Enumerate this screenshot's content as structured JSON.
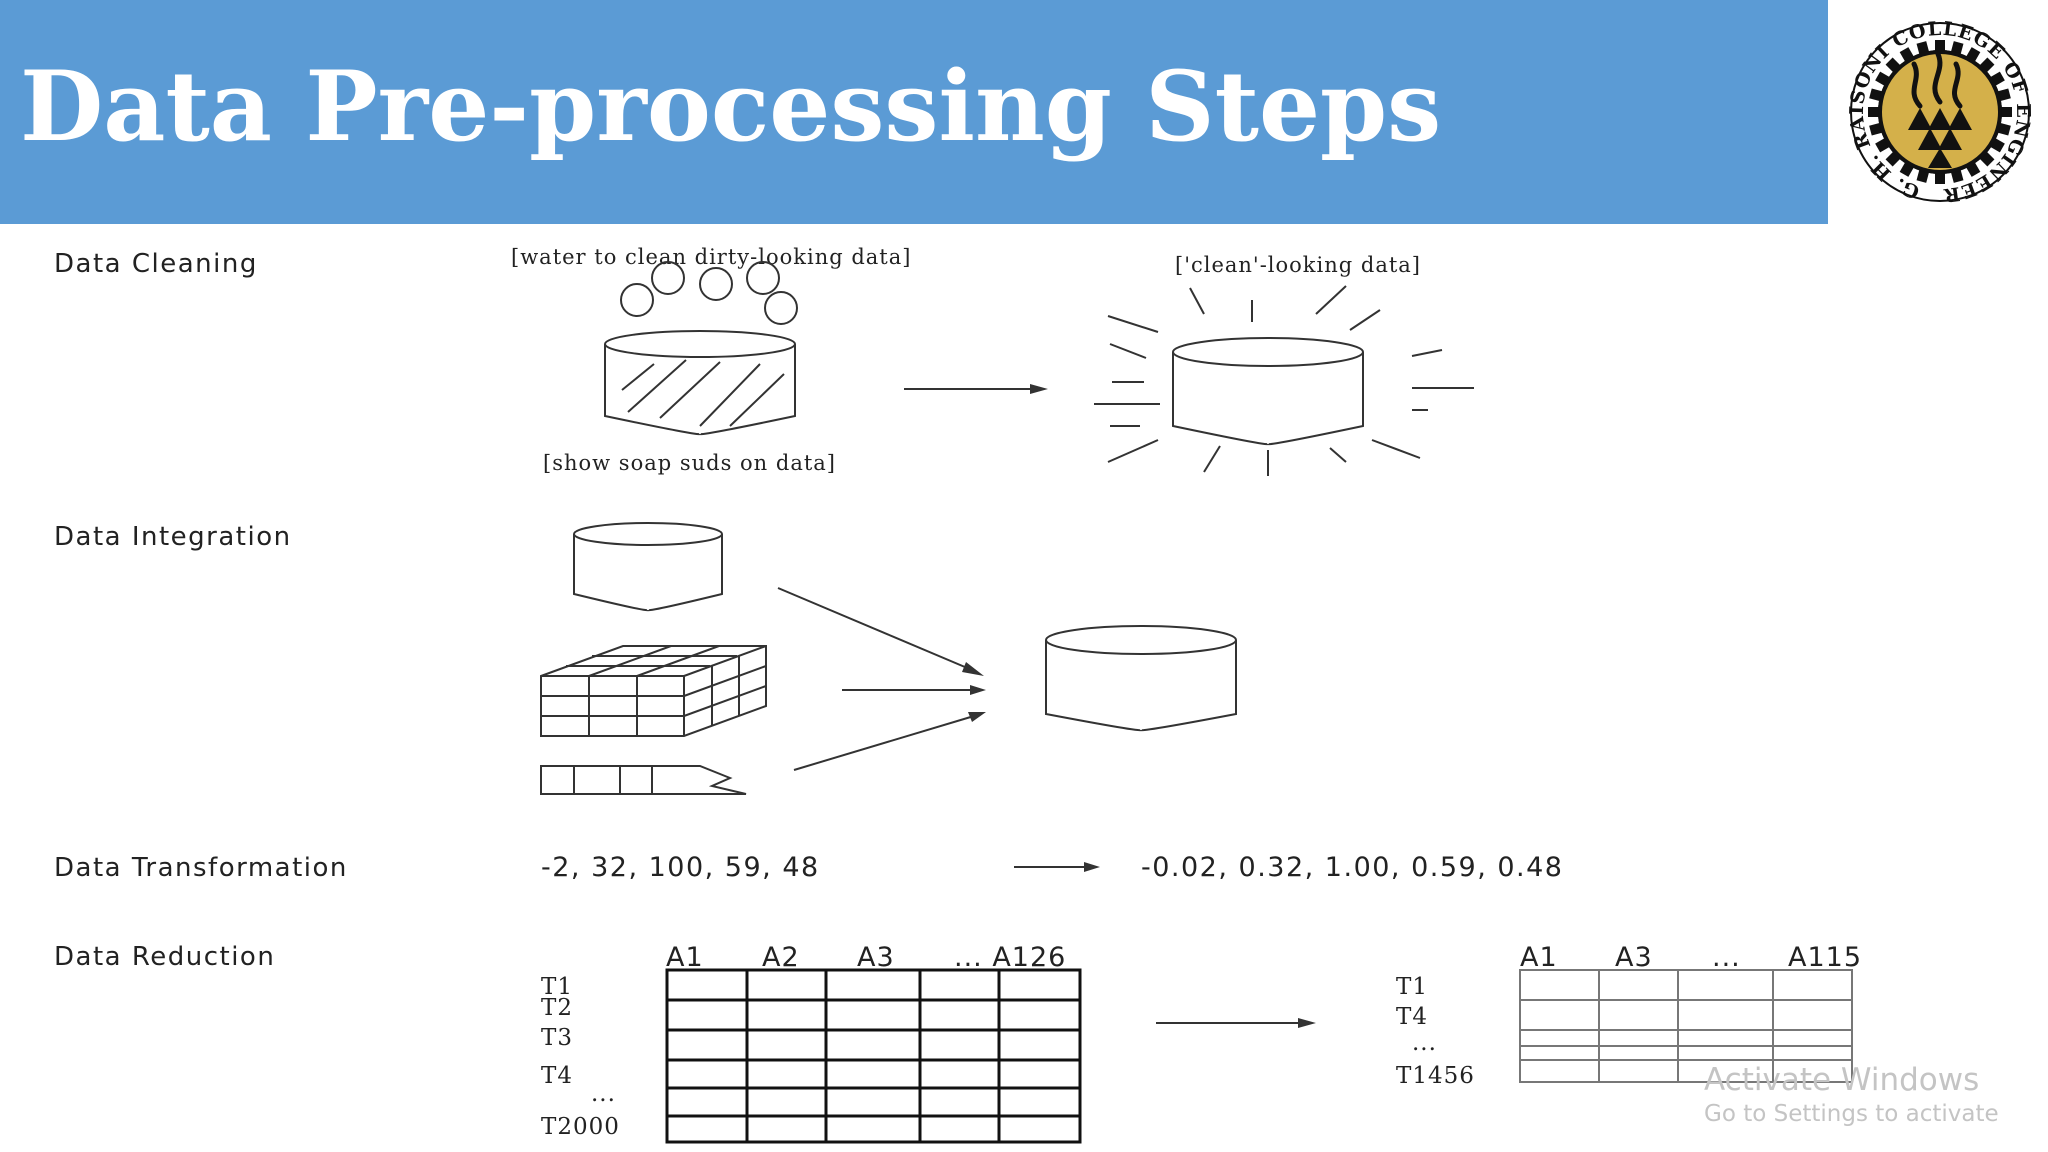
{
  "title": "Data Pre-processing Steps",
  "logo": {
    "ring_text": "G. H. RAISONI COLLEGE OF ENGINEERING",
    "ring_color": "#111111",
    "fill_color": "#d4b04a"
  },
  "header_color": "#5b9bd5",
  "sections": {
    "cleaning": {
      "label": "Data Cleaning",
      "caption_water": "[water to clean dirty-looking data]",
      "caption_suds": "[show soap suds on data]",
      "caption_clean": "['clean'-looking data]"
    },
    "integration": {
      "label": "Data Integration"
    },
    "transformation": {
      "label": "Data Transformation",
      "input_values": "-2, 32, 100, 59, 48",
      "output_values": "-0.02, 0.32, 1.00, 0.59, 0.48"
    },
    "reduction": {
      "label": "Data Reduction",
      "left_columns": [
        "A1",
        "A2",
        "A3",
        "... A126"
      ],
      "left_rows": [
        "T1",
        "T2",
        "T3",
        "T4",
        "...",
        "T2000"
      ],
      "right_columns": [
        "A1",
        "A3",
        "...",
        "A115"
      ],
      "right_rows": [
        "T1",
        "T4",
        "...",
        "T1456"
      ]
    }
  },
  "watermark": {
    "line1": "Activate Windows",
    "line2": "Go to Settings to activate"
  }
}
